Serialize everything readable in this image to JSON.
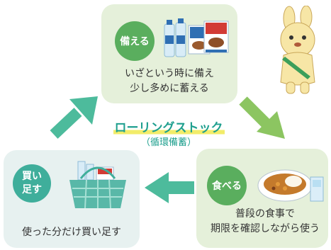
{
  "center": {
    "title": "ローリングストック",
    "subtitle": "（循環備蓄）"
  },
  "steps": [
    {
      "badge": "備える",
      "line1": "いざという時に備え",
      "line2": "少し多めに蓄える"
    },
    {
      "badge": "食べる",
      "line1": "普段の食事で",
      "line2": "期限を確認しながら使う"
    },
    {
      "badge_line1": "買い",
      "badge_line2": "足す",
      "line1": "使った分だけ買い足す"
    }
  ],
  "colors": {
    "card_green": "#e5f0da",
    "card_teal": "#e7f1f0",
    "badge_green": "#5aae5e",
    "badge_teal": "#3fae9b",
    "accent_text": "#1e9f8e",
    "highlight": "#f2ec6a",
    "arrow_teal": "#4dbb9c",
    "arrow_green": "#8cc561"
  },
  "icons": {
    "top": "water-bottles-and-retort-food-icon",
    "right": "curry-rice-and-water-glass-icon",
    "left": "shopping-basket-icon",
    "mascot": "rabbit-mascot-icon"
  }
}
